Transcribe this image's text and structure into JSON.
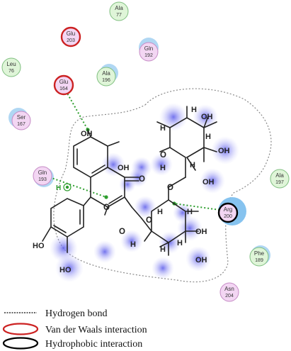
{
  "residues": {
    "ala77": {
      "name": "Ala",
      "num": "77"
    },
    "glu203": {
      "name": "Glu",
      "num": "203"
    },
    "gln192": {
      "name": "Gln",
      "num": "192"
    },
    "leu76": {
      "name": "Leu",
      "num": "76"
    },
    "ala196": {
      "name": "Ala",
      "num": "196"
    },
    "glu164": {
      "name": "Glu",
      "num": "164"
    },
    "ser167": {
      "name": "Ser",
      "num": "167"
    },
    "gln193": {
      "name": "Gln",
      "num": "193"
    },
    "ala197": {
      "name": "Ala",
      "num": "197"
    },
    "arg200": {
      "name": "Arg",
      "num": "200"
    },
    "phe189": {
      "name": "Phe",
      "num": "189"
    },
    "asn204": {
      "name": "Asn",
      "num": "204"
    }
  },
  "atoms": {
    "oh": "OH",
    "ho": "HO",
    "o": "O",
    "h": "H"
  },
  "legend": {
    "hbond": "Hydrogen bond",
    "vdw": "Van der Waals interaction",
    "hydrophobic": "Hydrophobic interaction"
  },
  "colors": {
    "hbond": "#2e9e2e",
    "vdw_ring": "#cc2222",
    "hydrophobic_ring": "#000000",
    "halo": "#9fd0f0",
    "green_residue": "#dff5d8",
    "pink_residue": "#f3d6f3",
    "atom_glow": "#6a6aee"
  }
}
